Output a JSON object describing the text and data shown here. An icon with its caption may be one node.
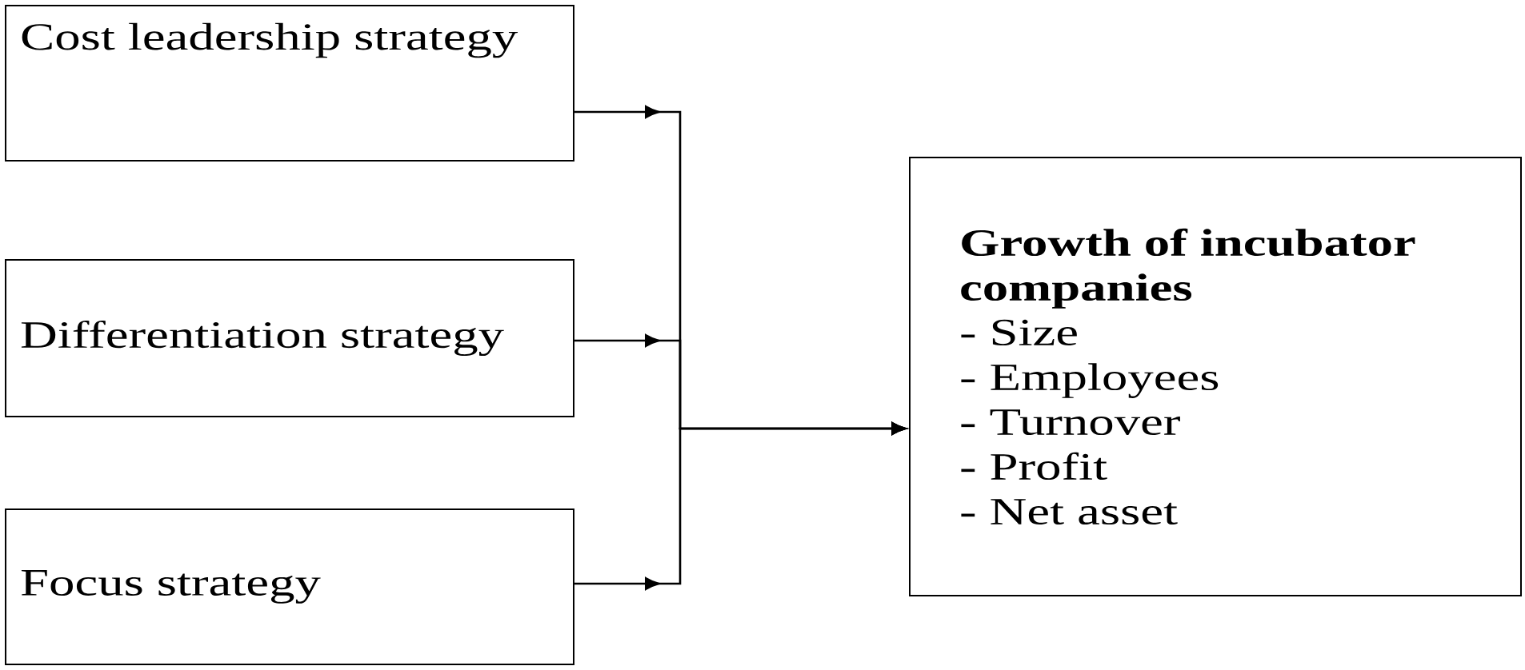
{
  "diagram": {
    "nodes": [
      {
        "text": [
          "Cost leadership strategy"
        ]
      },
      {
        "text": [
          "Differentiation strategy"
        ]
      },
      {
        "text": [
          "Focus strategy"
        ]
      },
      {
        "text": [
          "Growth of incubator companies",
          "- Size",
          "- Employees",
          "- Turnover",
          "- Profit",
          "- Net asset"
        ]
      }
    ],
    "edges": [
      {
        "from": 0,
        "to": 3,
        "arrow": "to"
      },
      {
        "from": 1,
        "to": 3,
        "arrow": "to"
      },
      {
        "from": 2,
        "to": 3,
        "arrow": "to"
      }
    ]
  }
}
